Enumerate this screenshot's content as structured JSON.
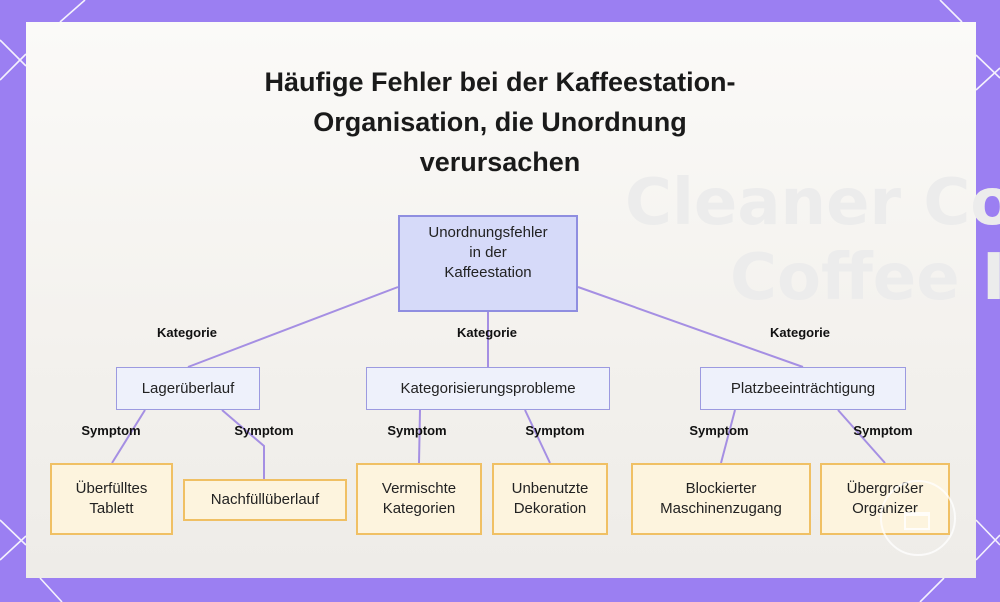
{
  "title": "Häufige Fehler bei der Kaffeestation-Organisation, die Unordnung verursachen",
  "background_text": [
    "Cleaner Co",
    "Coffee I"
  ],
  "root": "Unordnungsfehler\nin der\nKaffeestation",
  "edge_labels": {
    "category": "Kategorie",
    "symptom": "Symptom"
  },
  "categories": [
    {
      "label": "Lagerüberlauf",
      "symptoms": [
        "Überfülltes\nTablett",
        "Nachfüllüberlauf"
      ]
    },
    {
      "label": "Kategorisierungsprobleme",
      "symptoms": [
        "Vermischte\nKategorien",
        "Unbenutzte\nDekoration"
      ]
    },
    {
      "label": "Platzbeeinträchtigung",
      "symptoms": [
        "Blockierter\nMaschinenzugang",
        "Übergroßer\nOrganizer"
      ]
    }
  ],
  "colors": {
    "frame": "#9b7ff2",
    "connector": "#a58fe3",
    "root_fill": "#d6daf9",
    "root_border": "#8f8ee0",
    "category_fill": "#eef1fb",
    "leaf_fill": "#fdf4de",
    "leaf_border": "#f0c064"
  }
}
